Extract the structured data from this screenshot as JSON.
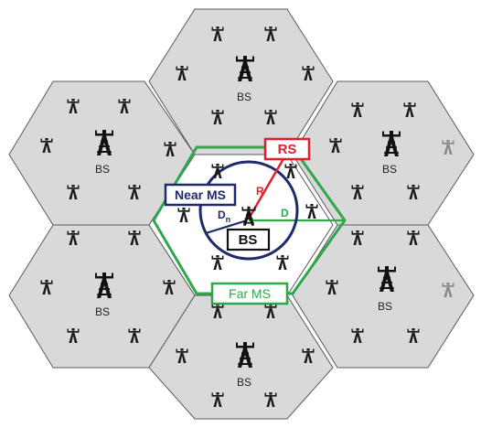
{
  "cells": {
    "bs_label": "BS"
  },
  "center": {
    "bs_label": "BS"
  },
  "labels": {
    "rs": "RS",
    "near_ms": "Near MS",
    "far_ms": "Far MS",
    "r": "R",
    "d": "D",
    "dn_main": "D",
    "dn_sub": "n"
  },
  "colors": {
    "cell_fill": "#d9d9d9",
    "cell_border": "#5a5a5a",
    "green": "#2ea84a",
    "navy": "#1f2a6b",
    "red": "#e0202c",
    "tower": "#111111"
  }
}
